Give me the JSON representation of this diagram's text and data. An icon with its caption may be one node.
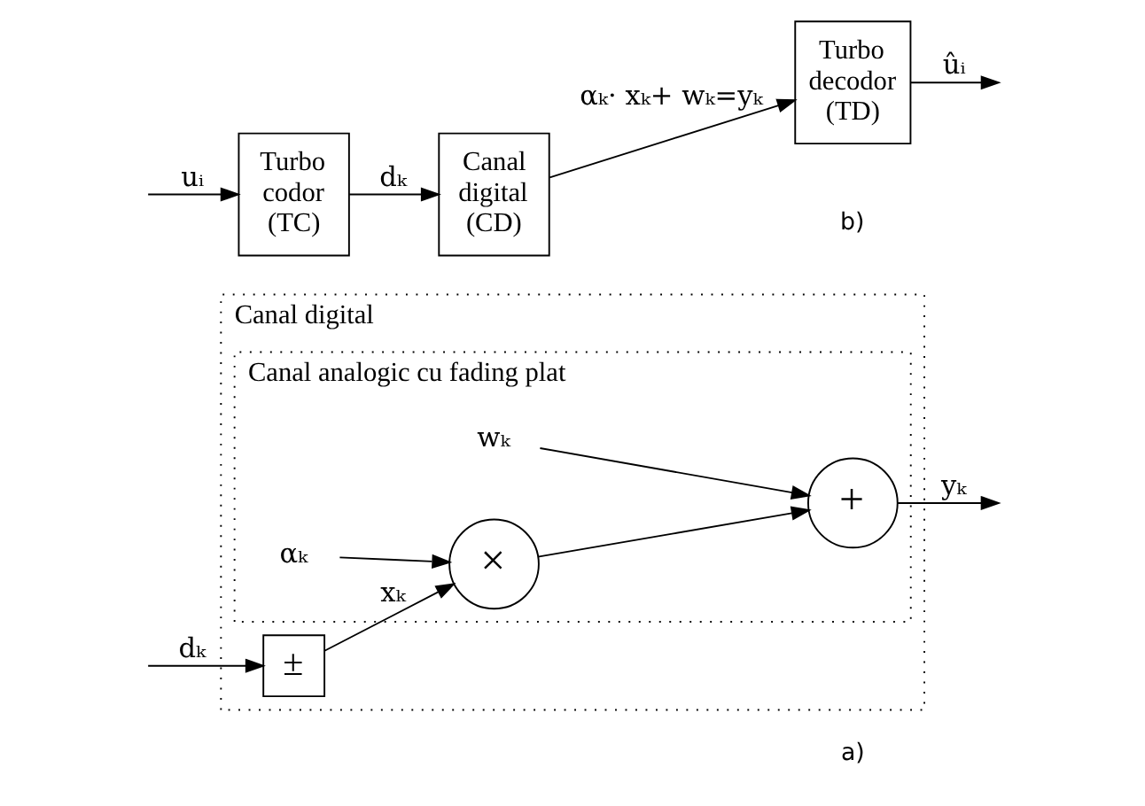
{
  "diagram": {
    "nodes": [
      {
        "text": [
          "Canal digital"
        ]
      },
      {
        "text": [
          "Canal analogic cu fading plat"
        ],
        "in": 0
      },
      {
        "text": [
          "±"
        ],
        "in": 0
      },
      {
        "text": [
          "×"
        ],
        "in": 1
      },
      {
        "text": [
          "+"
        ],
        "in": 1
      },
      {
        "text": [
          "αₖ"
        ],
        "in": 1
      },
      {
        "text": [
          "wₖ"
        ],
        "in": 1
      },
      {
        "text": [
          "Turbo codor (TC)"
        ]
      },
      {
        "text": [
          "Canal digital (CD)"
        ]
      },
      {
        "text": [
          "Turbo decodor (TD)"
        ]
      }
    ],
    "edges": [
      {
        "from": null,
        "to": 2,
        "arrow": "to",
        "label": "dₖ"
      },
      {
        "from": 2,
        "to": 3,
        "arrow": "to",
        "label": "xₖ"
      },
      {
        "from": 3,
        "to": 4,
        "arrow": "to"
      },
      {
        "from": 4,
        "to": null,
        "arrow": "to",
        "label": "yₖ"
      },
      {
        "from": 5,
        "to": 3,
        "arrow": "to"
      },
      {
        "from": 6,
        "to": 4,
        "arrow": "to"
      },
      {
        "from": null,
        "to": 7,
        "arrow": "to",
        "label": "uᵢ"
      },
      {
        "from": 7,
        "to": 8,
        "arrow": "to",
        "label": "dₖ"
      },
      {
        "from": 8,
        "to": 9,
        "arrow": "to",
        "label": "αₖ· xₖ+ wₖ=yₖ"
      },
      {
        "from": 9,
        "to": null,
        "arrow": "to",
        "label": "ûᵢ"
      }
    ],
    "labels": [
      "a)",
      "b)"
    ]
  }
}
